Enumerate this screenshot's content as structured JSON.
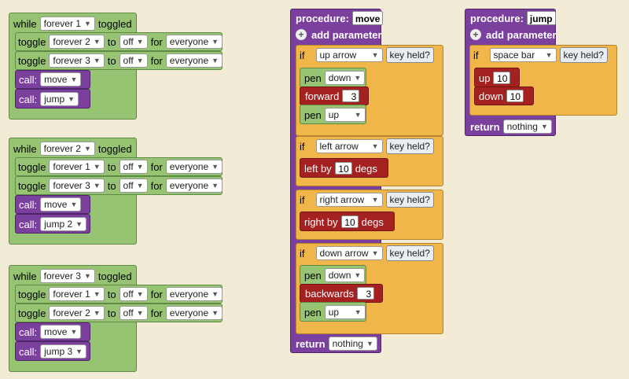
{
  "labels": {
    "while": "while",
    "toggled": "toggled",
    "toggle": "toggle",
    "to": "to",
    "for": "for",
    "call": "call:",
    "procedure": "procedure:",
    "add_parameter": "add parameter",
    "if": "if",
    "key_held": "key held?",
    "pen": "pen",
    "forward": "forward",
    "backwards": "backwards",
    "left_by": "left by",
    "right_by": "right by",
    "degs": "degs",
    "up": "up",
    "down": "down",
    "return": "return"
  },
  "groups": [
    {
      "forever": "forever 1",
      "toggles": [
        {
          "target": "forever 2",
          "state": "off",
          "who": "everyone"
        },
        {
          "target": "forever 3",
          "state": "off",
          "who": "everyone"
        }
      ],
      "calls": [
        "move",
        "jump"
      ]
    },
    {
      "forever": "forever 2",
      "toggles": [
        {
          "target": "forever 1",
          "state": "off",
          "who": "everyone"
        },
        {
          "target": "forever 3",
          "state": "off",
          "who": "everyone"
        }
      ],
      "calls": [
        "move",
        "jump 2"
      ]
    },
    {
      "forever": "forever 3",
      "toggles": [
        {
          "target": "forever 1",
          "state": "off",
          "who": "everyone"
        },
        {
          "target": "forever 2",
          "state": "off",
          "who": "everyone"
        }
      ],
      "calls": [
        "move",
        "jump 3"
      ]
    }
  ],
  "move": {
    "name": "move",
    "key_up": "up arrow",
    "pen1": "down",
    "forward": "3",
    "pen2": "up",
    "key_left": "left arrow",
    "left_degs": "10",
    "key_right": "right arrow",
    "right_degs": "10",
    "key_down": "down arrow",
    "pen3": "down",
    "backwards": "3",
    "pen4": "up",
    "return_value": "nothing"
  },
  "jump": {
    "name": "jump",
    "key": "space bar",
    "up": "10",
    "down": "10",
    "return_value": "nothing"
  }
}
